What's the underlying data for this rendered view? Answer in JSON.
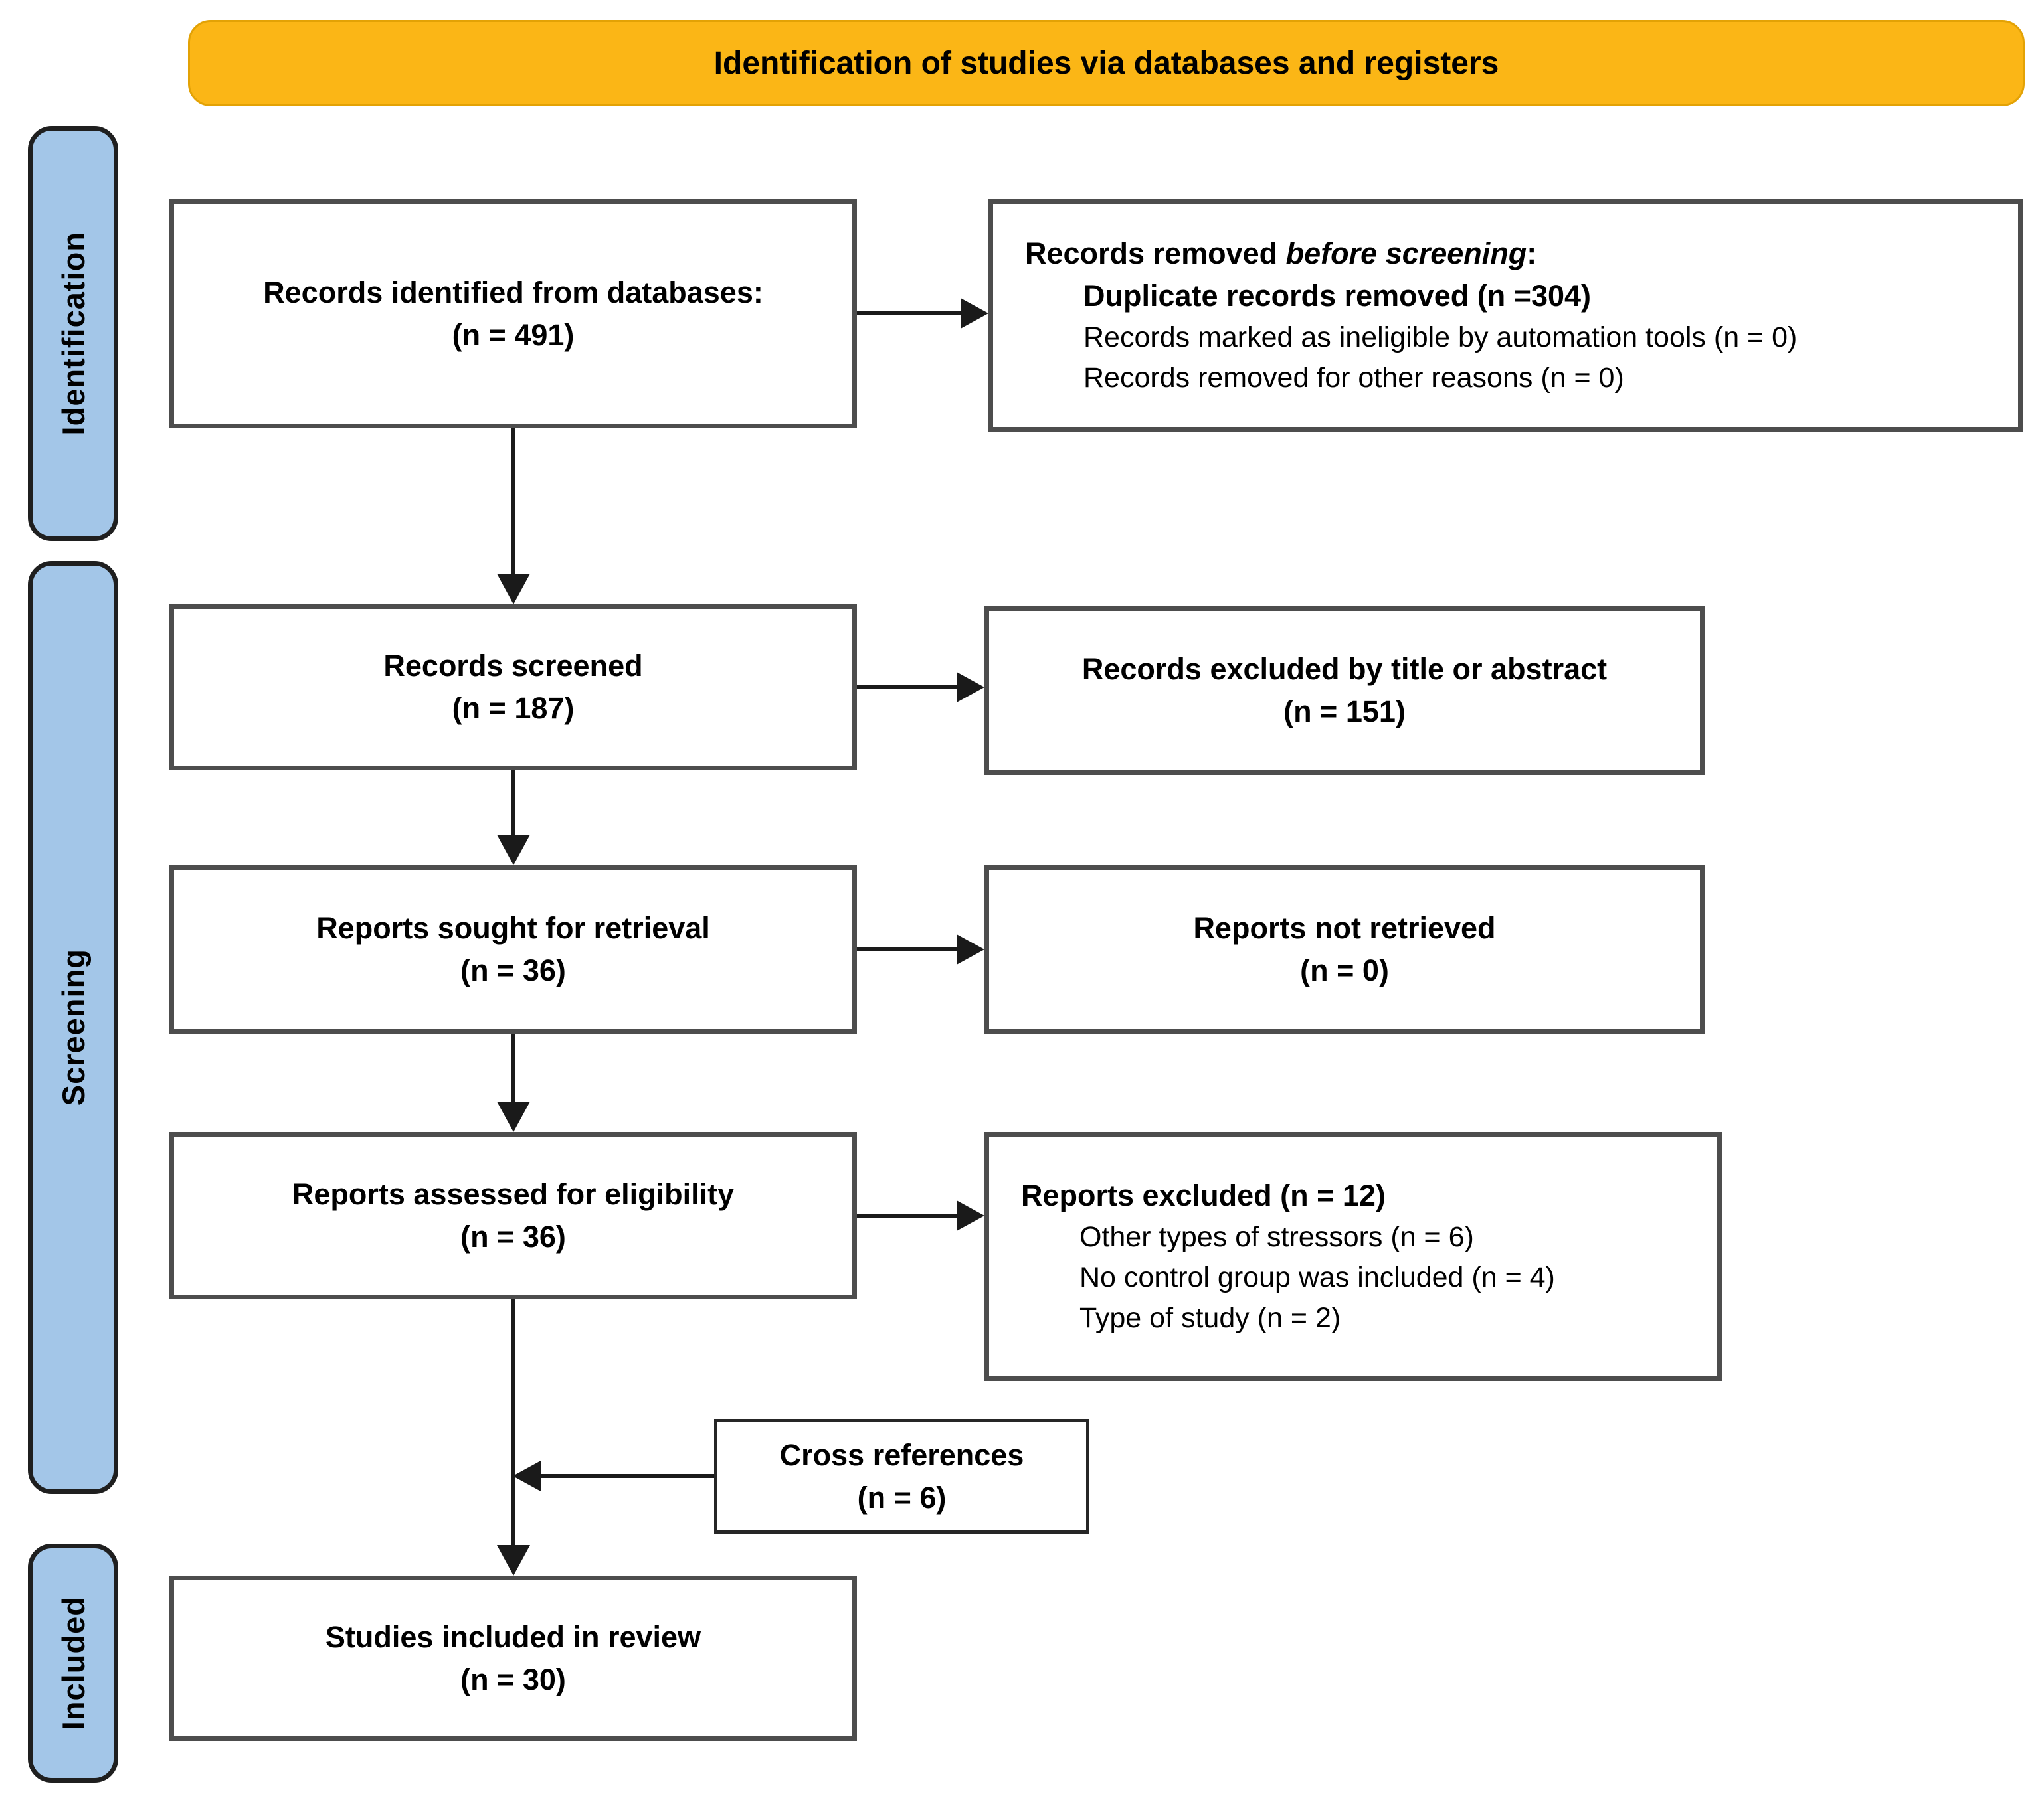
{
  "banner": {
    "label": "Identification of studies via databases and registers"
  },
  "stages": [
    {
      "label": "Identification"
    },
    {
      "label": "Screening"
    },
    {
      "label": "Included"
    }
  ],
  "boxes": {
    "identified": {
      "line1": "Records identified from databases:",
      "line2": "(n = 491)"
    },
    "removed": {
      "heading_prefix": "Records removed ",
      "heading_italic": "before screening",
      "heading_suffix": ":",
      "items": [
        "Duplicate records removed (n =304)",
        "Records marked as ineligible by automation tools (n = 0)",
        "Records removed for other reasons (n = 0)"
      ]
    },
    "screened": {
      "line1": "Records screened",
      "line2": "(n = 187)"
    },
    "excluded_title_abstract": {
      "line1": "Records excluded by title or abstract",
      "line2": "(n = 151)"
    },
    "sought": {
      "line1": "Reports sought for retrieval",
      "line2": "(n = 36)"
    },
    "not_retrieved": {
      "line1": "Reports not retrieved",
      "line2": "(n = 0)"
    },
    "assessed": {
      "line1": "Reports assessed for eligibility",
      "line2": "(n = 36)"
    },
    "reports_excluded": {
      "heading": "Reports excluded (n = 12)",
      "items": [
        "Other types of stressors (n = 6)",
        "No control group was included (n = 4)",
        "Type of study (n = 2)"
      ]
    },
    "cross_references": {
      "line1": "Cross references",
      "line2": "(n = 6)"
    },
    "included_review": {
      "line1": "Studies included in review",
      "line2": "(n = 30)"
    }
  },
  "colors": {
    "banner_bg": "#FBB616",
    "stage_bg": "#A3C6E8",
    "box_border": "#4D4D4D",
    "arrow": "#1A1A1A"
  }
}
